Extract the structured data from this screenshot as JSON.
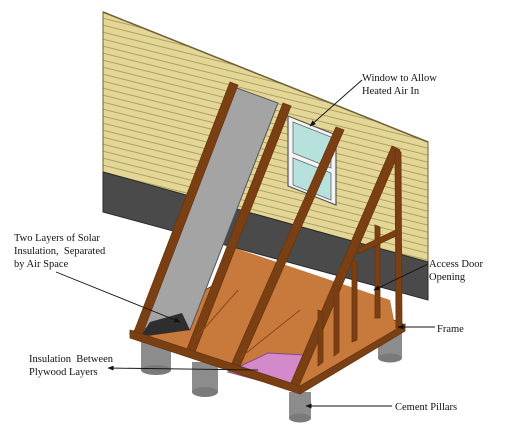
{
  "colors": {
    "siding": "#e4d697",
    "siding_line": "#a8995a",
    "foundation": "#4a4a4a",
    "frame_wood": "#7a3f12",
    "floor_copper": "#c87a3c",
    "solar_glass": "#a4a4a4",
    "plywood_insulation": "#d38acb",
    "window_glass": "#b6e1dc",
    "pillar": "#8c8c8c"
  },
  "labels": {
    "window": "Window to Allow\nHeated Air In",
    "solar_insulation": "Two Layers of Solar\nInsulation,  Separated\nby Air Space",
    "access_door": "Access Door\nOpening",
    "frame": "Frame",
    "plywood_insulation": "Insulation  Between\nPlywood Layers",
    "cement_pillars": "Cement Pillars"
  }
}
